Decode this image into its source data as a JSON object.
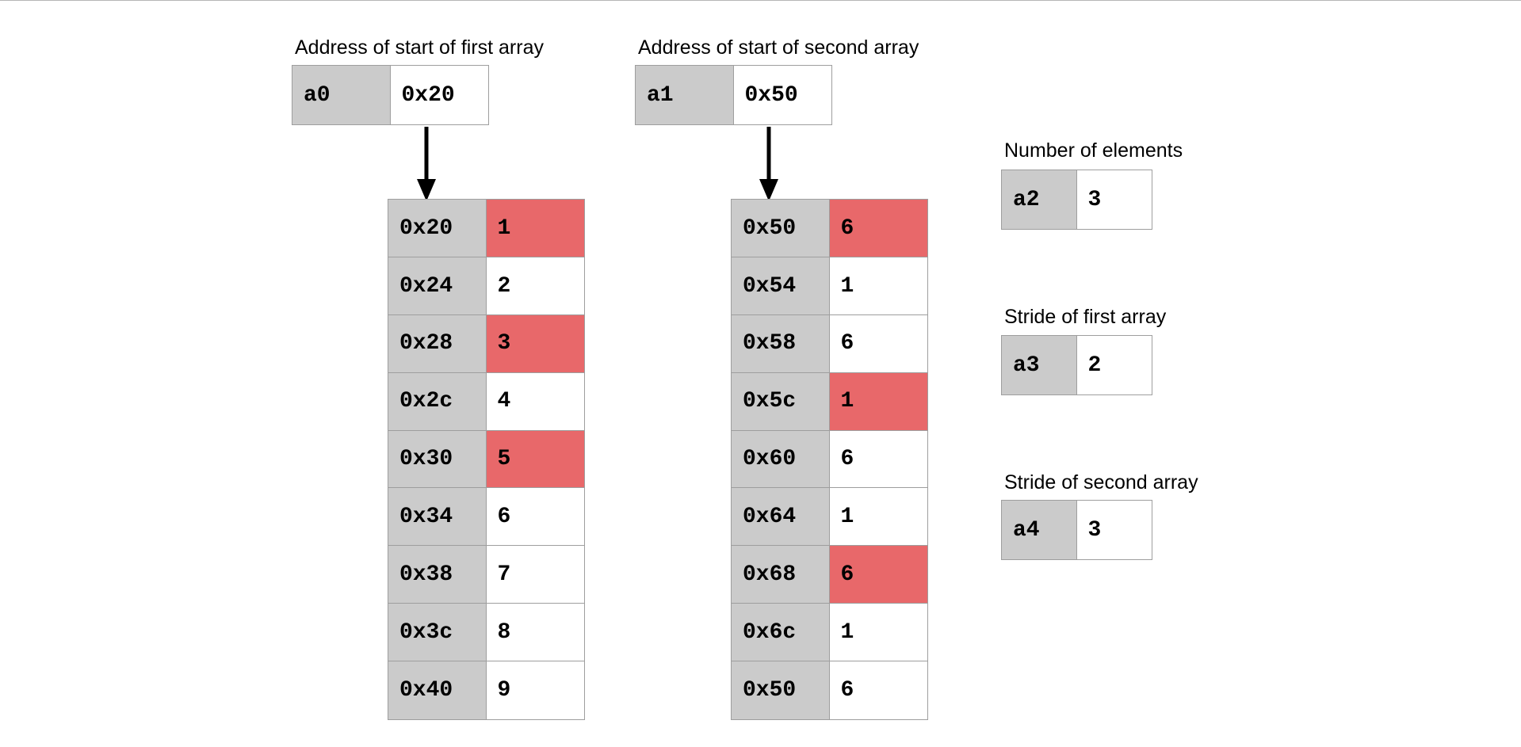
{
  "registers": {
    "a0": {
      "name": "a0",
      "value": "0x20",
      "label": "Address of start of first array"
    },
    "a1": {
      "name": "a1",
      "value": "0x50",
      "label": "Address of start of second array"
    },
    "a2": {
      "name": "a2",
      "value": "3",
      "label": "Number of elements"
    },
    "a3": {
      "name": "a3",
      "value": "2",
      "label": "Stride of first array"
    },
    "a4": {
      "name": "a4",
      "value": "3",
      "label": "Stride of second array"
    }
  },
  "arrays": {
    "first": [
      {
        "addr": "0x20",
        "value": "1",
        "highlight": true
      },
      {
        "addr": "0x24",
        "value": "2",
        "highlight": false
      },
      {
        "addr": "0x28",
        "value": "3",
        "highlight": true
      },
      {
        "addr": "0x2c",
        "value": "4",
        "highlight": false
      },
      {
        "addr": "0x30",
        "value": "5",
        "highlight": true
      },
      {
        "addr": "0x34",
        "value": "6",
        "highlight": false
      },
      {
        "addr": "0x38",
        "value": "7",
        "highlight": false
      },
      {
        "addr": "0x3c",
        "value": "8",
        "highlight": false
      },
      {
        "addr": "0x40",
        "value": "9",
        "highlight": false
      }
    ],
    "second": [
      {
        "addr": "0x50",
        "value": "6",
        "highlight": true
      },
      {
        "addr": "0x54",
        "value": "1",
        "highlight": false
      },
      {
        "addr": "0x58",
        "value": "6",
        "highlight": false
      },
      {
        "addr": "0x5c",
        "value": "1",
        "highlight": true
      },
      {
        "addr": "0x60",
        "value": "6",
        "highlight": false
      },
      {
        "addr": "0x64",
        "value": "1",
        "highlight": false
      },
      {
        "addr": "0x68",
        "value": "6",
        "highlight": true
      },
      {
        "addr": "0x6c",
        "value": "1",
        "highlight": false
      },
      {
        "addr": "0x50",
        "value": "6",
        "highlight": false
      }
    ]
  },
  "colors": {
    "highlight": "#e8686a",
    "register": "#cbcbcb",
    "border": "#9e9e9e"
  }
}
